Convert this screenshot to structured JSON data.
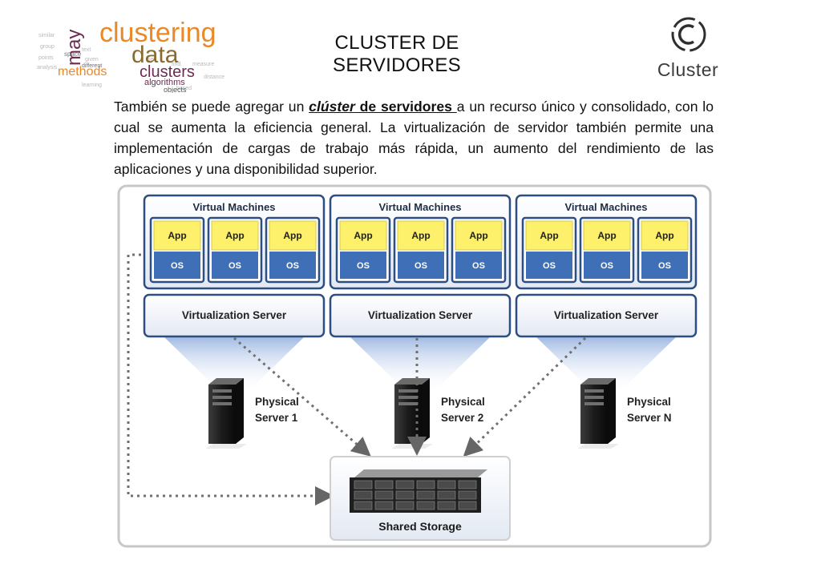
{
  "header": {
    "title": "CLUSTER DE SERVIDORES",
    "logo_text": "Cluster"
  },
  "wordcloud": {
    "words": [
      "clustering",
      "data",
      "may",
      "methods",
      "clusters",
      "algorithms",
      "objects",
      "different",
      "space"
    ]
  },
  "body": {
    "text_before": "También se puede agregar un ",
    "term_italic": "clúster",
    "term_rest": " de servidores ",
    "text_after": "a un recurso único y consolidado, con lo cual se aumenta la eficiencia general. La virtualización de servidor también permite una implementación de cargas de trabajo más rápida, un aumento del rendimiento de las aplicaciones y una disponibilidad superior."
  },
  "diagram": {
    "vm_group_label": "Virtual Machines",
    "app_label": "App",
    "os_label": "OS",
    "virtualization_label": "Virtualization  Server",
    "servers": [
      {
        "line1": "Physical",
        "line2": "Server 1"
      },
      {
        "line1": "Physical",
        "line2": "Server 2"
      },
      {
        "line1": "Physical",
        "line2": "Server N"
      }
    ],
    "storage_label": "Shared Storage",
    "colors": {
      "app_fill": "#fdf06a",
      "os_fill": "#3f6fb6",
      "box_border": "#2d4e80",
      "panel_fill": "#edf1f7",
      "beam": "#b9cbe9"
    }
  }
}
